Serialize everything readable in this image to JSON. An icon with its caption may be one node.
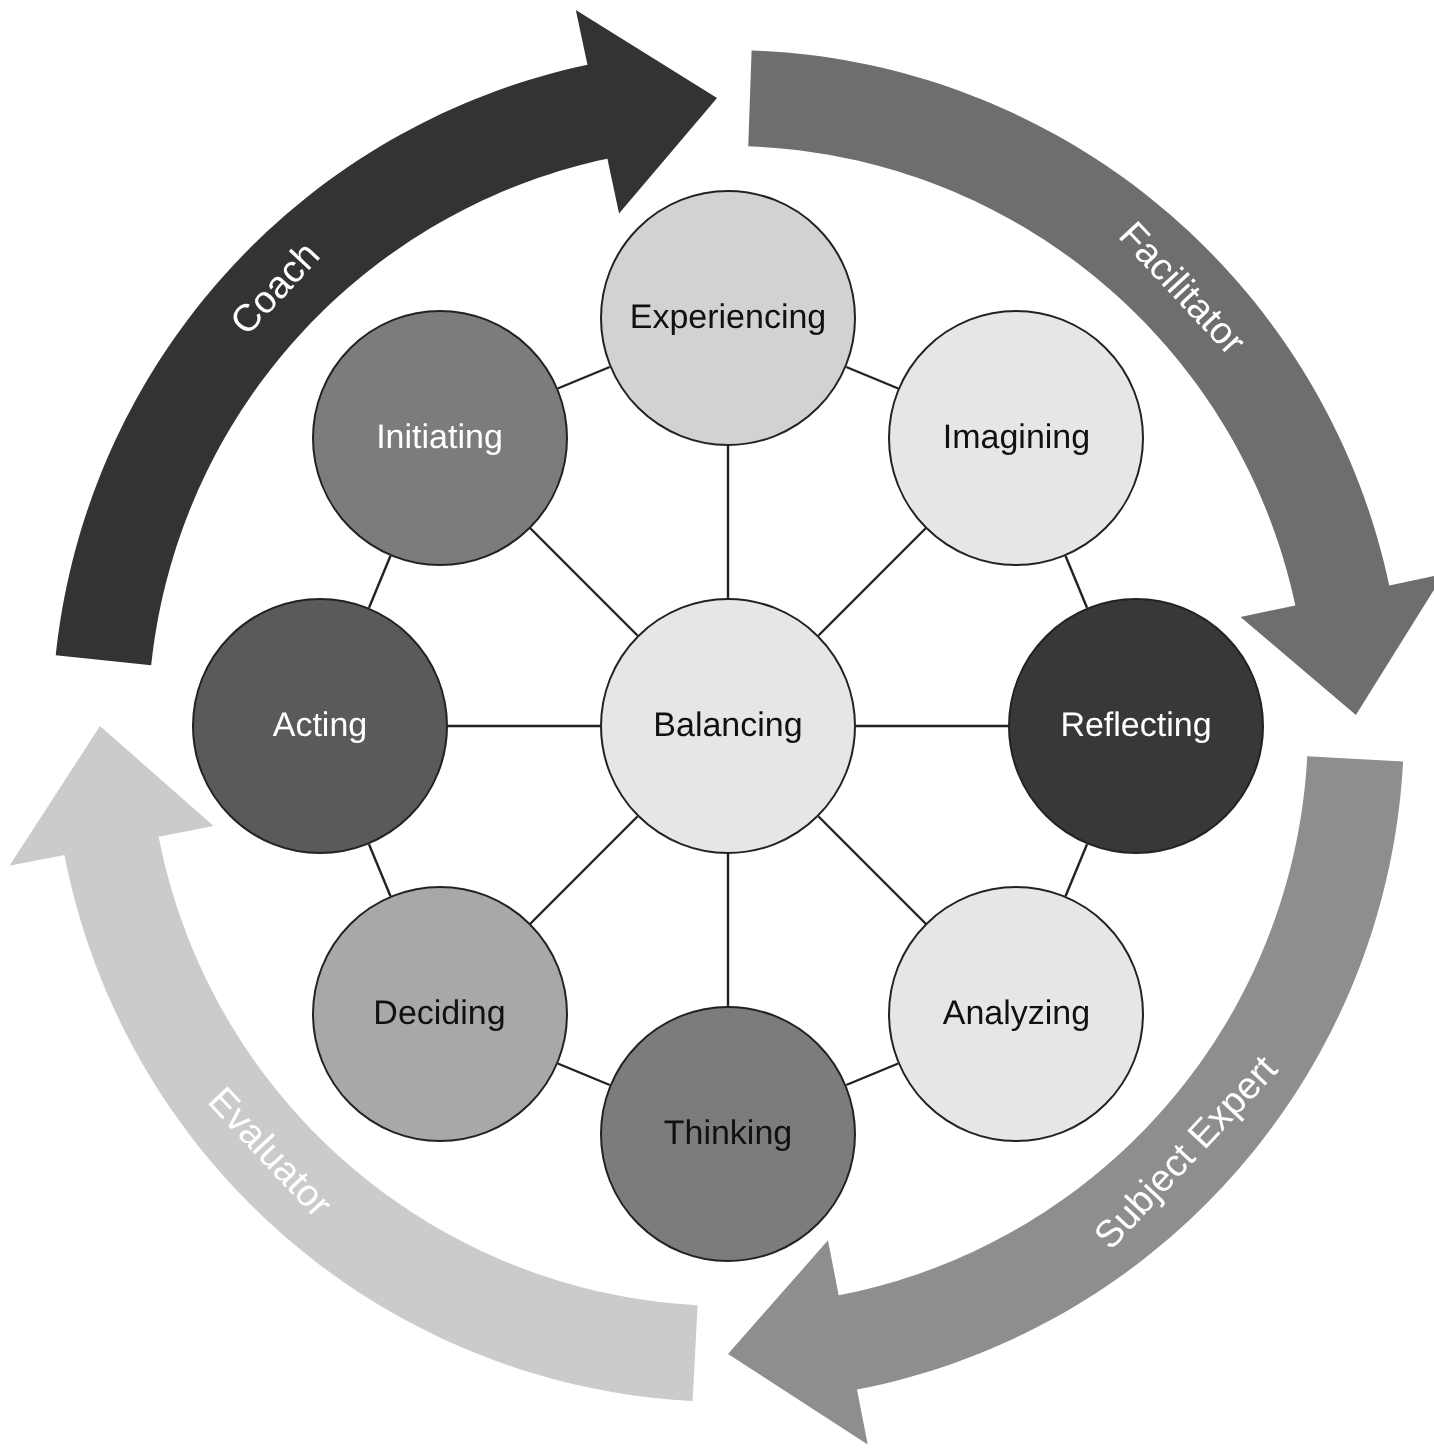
{
  "diagram": {
    "nodes": [
      {
        "text": [
          "Experiencing"
        ]
      },
      {
        "text": [
          "Initiating"
        ]
      },
      {
        "text": [
          "Imagining"
        ]
      },
      {
        "text": [
          "Acting"
        ]
      },
      {
        "text": [
          "Balancing"
        ]
      },
      {
        "text": [
          "Reflecting"
        ]
      },
      {
        "text": [
          "Deciding"
        ]
      },
      {
        "text": [
          "Analyzing"
        ]
      },
      {
        "text": [
          "Thinking"
        ]
      }
    ],
    "edges": [
      {
        "from": 4,
        "to": 0,
        "arrow": "none"
      },
      {
        "from": 4,
        "to": 2,
        "arrow": "none"
      },
      {
        "from": 4,
        "to": 5,
        "arrow": "none"
      },
      {
        "from": 4,
        "to": 7,
        "arrow": "none"
      },
      {
        "from": 4,
        "to": 8,
        "arrow": "none"
      },
      {
        "from": 4,
        "to": 6,
        "arrow": "none"
      },
      {
        "from": 4,
        "to": 3,
        "arrow": "none"
      },
      {
        "from": 4,
        "to": 1,
        "arrow": "none"
      },
      {
        "from": 0,
        "to": 2,
        "arrow": "none"
      },
      {
        "from": 2,
        "to": 5,
        "arrow": "none"
      },
      {
        "from": 5,
        "to": 7,
        "arrow": "none"
      },
      {
        "from": 7,
        "to": 8,
        "arrow": "none"
      },
      {
        "from": 8,
        "to": 6,
        "arrow": "none"
      },
      {
        "from": 6,
        "to": 3,
        "arrow": "none"
      },
      {
        "from": 3,
        "to": 1,
        "arrow": "none"
      },
      {
        "from": 1,
        "to": 0,
        "arrow": "none"
      }
    ],
    "labels": [
      "Coach",
      "Facilitator",
      "Subject Expert",
      "Evaluator"
    ]
  }
}
